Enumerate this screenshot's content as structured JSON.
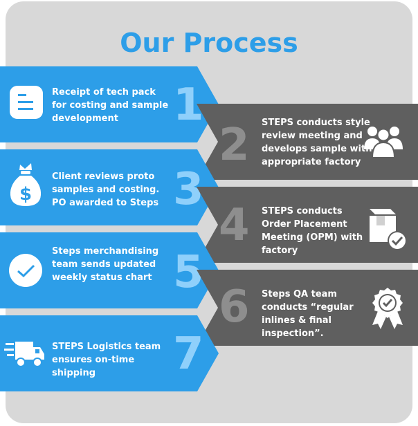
{
  "title": "Our Process",
  "colors": {
    "accent": "#2d9ee8",
    "blue_step": "#2d9ee8",
    "gray_step": "#5f5f5f",
    "background": "#d8d8d8"
  },
  "steps": [
    {
      "number": "1",
      "text": "Receipt of tech pack for costing and sample development",
      "icon": "document-icon"
    },
    {
      "number": "2",
      "text": "STEPS conducts style review meeting and develops sample with appropriate factory",
      "icon": "team-icon"
    },
    {
      "number": "3",
      "text": "Client reviews proto samples and costing. PO awarded to Steps",
      "icon": "money-bag-icon"
    },
    {
      "number": "4",
      "text": "STEPS conducts Order Placement Meeting (OPM) with factory",
      "icon": "box-check-icon"
    },
    {
      "number": "5",
      "text": "Steps merchandising team sends updated weekly status chart",
      "icon": "check-circle-icon"
    },
    {
      "number": "6",
      "text": "Steps QA team conducts “regular inlines & final inspection”.",
      "icon": "award-badge-icon"
    },
    {
      "number": "7",
      "text": "STEPS Logistics team ensures on-time shipping",
      "icon": "delivery-truck-icon"
    }
  ]
}
